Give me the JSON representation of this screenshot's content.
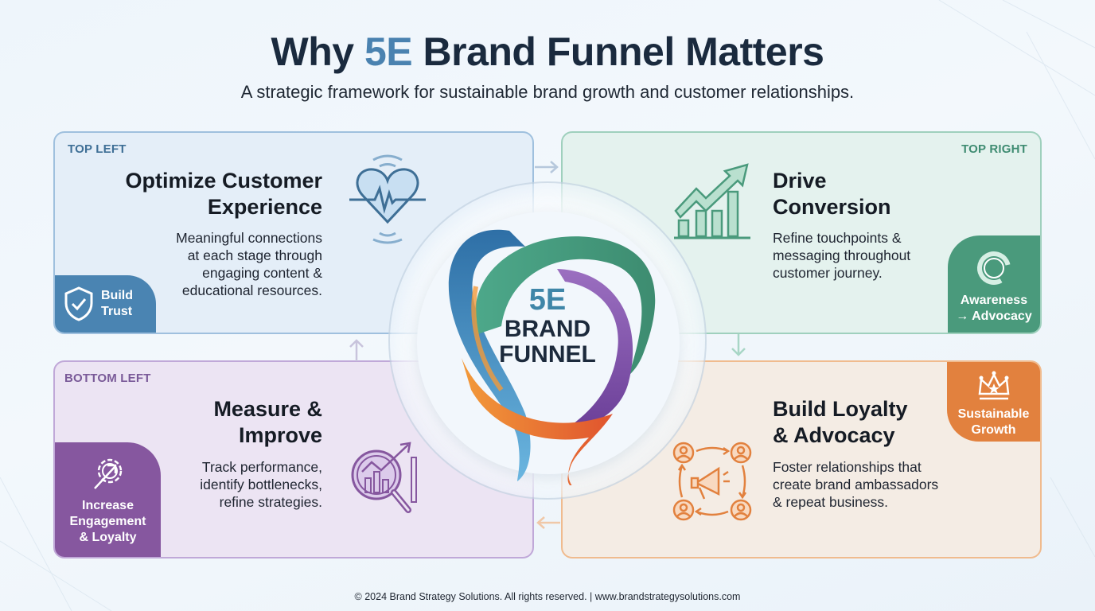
{
  "header": {
    "title_prefix": "Why ",
    "title_accent": "5E",
    "title_suffix": " Brand Funnel Matters",
    "subtitle": "A strategic framework for sustainable brand growth and customer relationships."
  },
  "center": {
    "line1": "5E",
    "line2": "BRAND",
    "line3": "FUNNEL"
  },
  "quadrants": {
    "top_left": {
      "label": "TOP LEFT",
      "title_line1": "Optimize Customer",
      "title_line2": "Experience",
      "desc_lines": [
        "Meaningful connections",
        "at each stage through",
        "engaging content &",
        "educational resources."
      ],
      "badge_line1": "Build",
      "badge_line2": "Trust",
      "icon": "heartbeat-icon",
      "badge_icon": "shield-check-icon",
      "color": "#4a84b2"
    },
    "top_right": {
      "label": "TOP RIGHT",
      "title_line1": "Drive",
      "title_line2": "Conversion",
      "desc_lines": [
        "Refine touchpoints &",
        "messaging throughout",
        "customer journey."
      ],
      "badge_line1": "Awareness",
      "badge_line2": "→ Advocacy",
      "icon": "growth-chart-icon",
      "badge_icon": "cycle-ring-icon",
      "color": "#4a9a7c"
    },
    "bottom_left": {
      "label": "BOTTOM LEFT",
      "title_line1": "Measure &",
      "title_line2": "Improve",
      "desc_lines": [
        "Track performance,",
        "identify bottlenecks,",
        "refine strategies."
      ],
      "badge_line1": "Increase",
      "badge_line2": "Engagement",
      "badge_line3": "& Loyalty",
      "icon": "analytics-magnifier-icon",
      "badge_icon": "gear-arrow-icon",
      "color": "#86579f"
    },
    "bottom_right": {
      "label": "",
      "title_line1": "Build Loyalty",
      "title_line2": "& Advocacy",
      "desc_lines": [
        "Foster relationships that",
        "create brand ambassadors",
        "& repeat business."
      ],
      "badge_line1": "Sustainable",
      "badge_line2": "Growth",
      "icon": "megaphone-network-icon",
      "badge_icon": "crown-icon",
      "color": "#e2813e"
    }
  },
  "footer": {
    "text": "© 2024 Brand Strategy Solutions. All rights reserved. | www.brandstrategysolutions.com"
  }
}
